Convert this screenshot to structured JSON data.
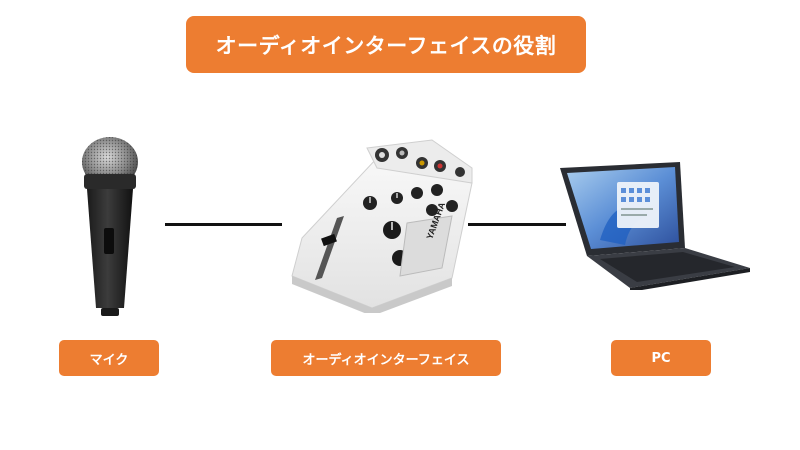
{
  "title": "オーディオインターフェイスの役割",
  "nodes": [
    {
      "label": "マイク",
      "icon": "microphone-icon"
    },
    {
      "label": "オーディオインターフェイス",
      "icon": "audio-mixer-icon"
    },
    {
      "label": "PC",
      "icon": "laptop-icon"
    }
  ],
  "device_text": {
    "mixer_brand": "YAMAHA"
  },
  "colors": {
    "accent": "#ED7D31",
    "label_text": "#FFFFFF",
    "connector": "#111111"
  }
}
